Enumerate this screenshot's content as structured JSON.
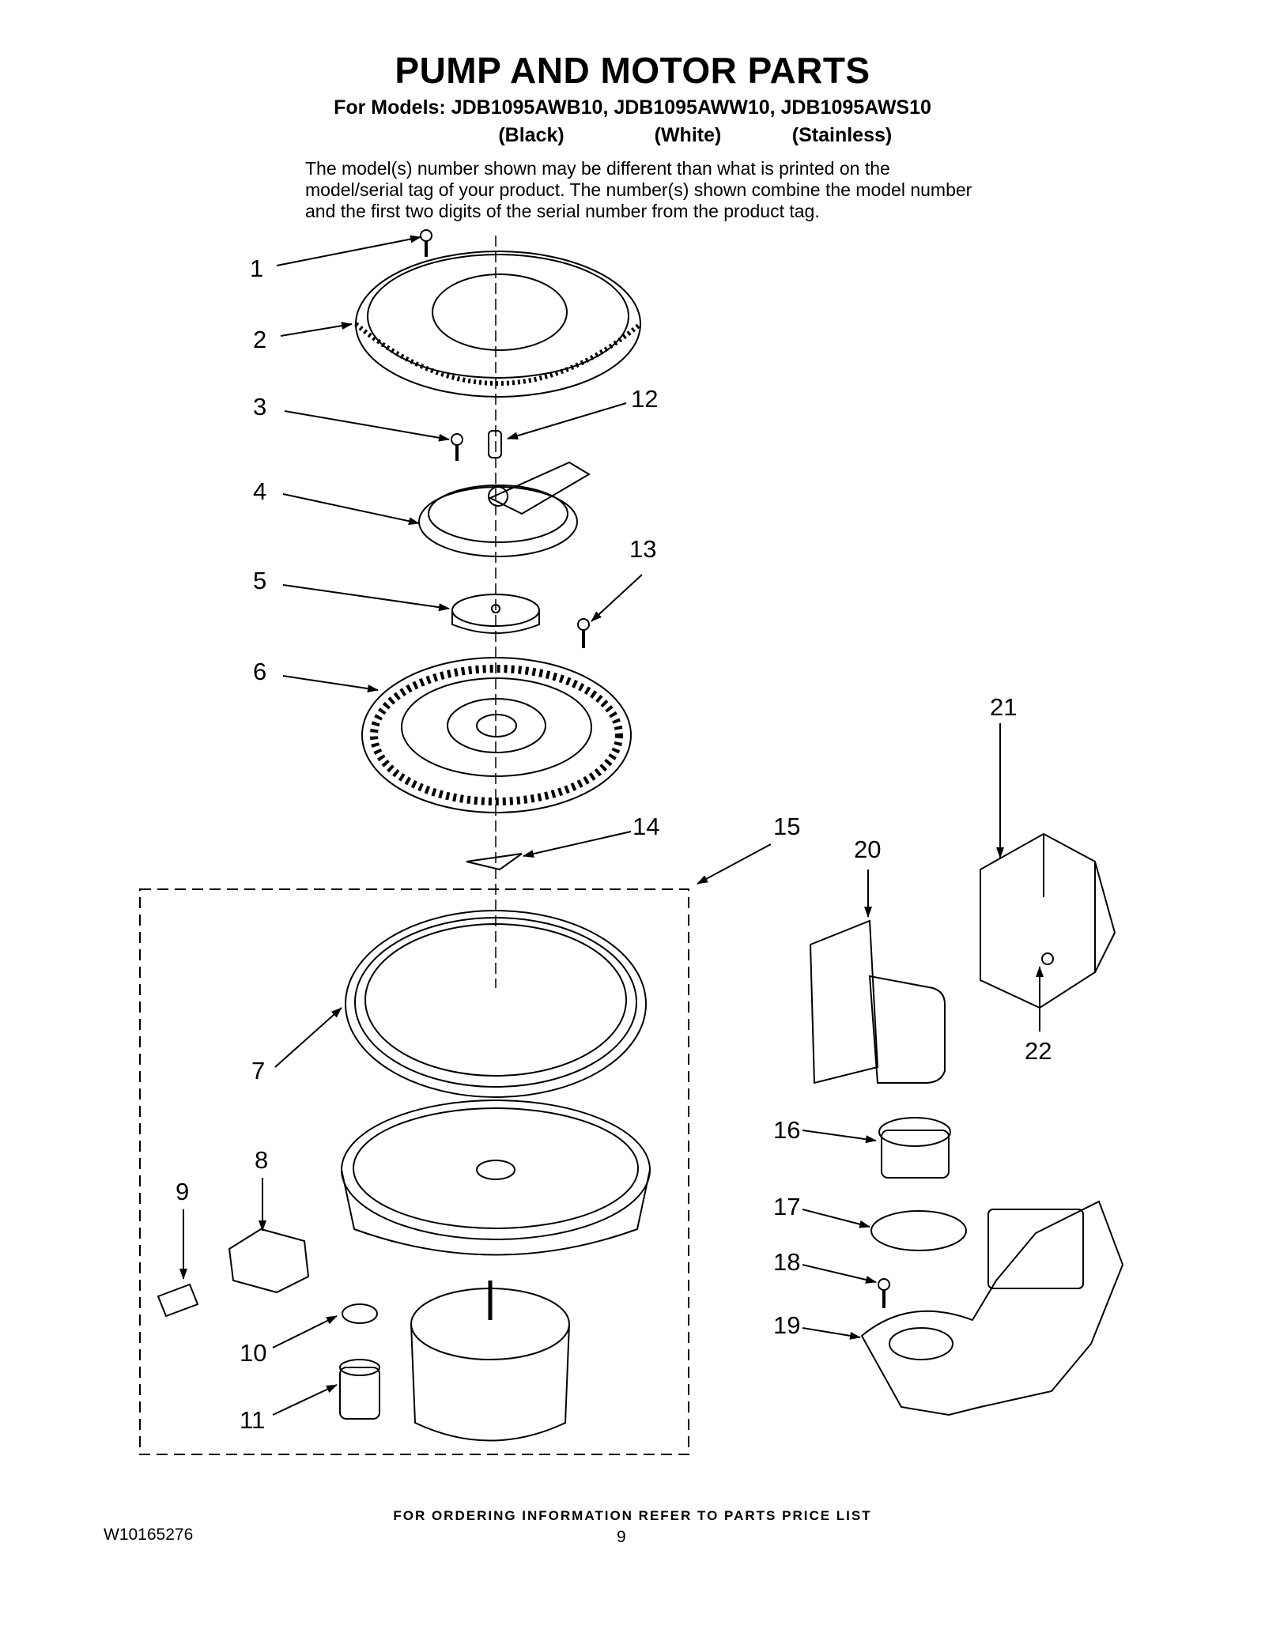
{
  "header": {
    "title": "PUMP AND MOTOR PARTS",
    "models_line": "For Models: JDB1095AWB10, JDB1095AWW10, JDB1095AWS10",
    "variants": [
      "(Black)",
      "(White)",
      "(Stainless)"
    ],
    "note": "The model(s) number shown may be different than what is printed on the model/serial tag of your product. The number(s) shown combine the model number and the first two digits of the serial number from the product tag."
  },
  "callouts": [
    "1",
    "2",
    "3",
    "4",
    "5",
    "6",
    "7",
    "8",
    "9",
    "10",
    "11",
    "12",
    "13",
    "14",
    "15",
    "16",
    "17",
    "18",
    "19",
    "20",
    "21",
    "22"
  ],
  "footer": {
    "ordering": "FOR ORDERING INFORMATION REFER TO PARTS PRICE LIST",
    "doc_number": "W10165276",
    "page_number": "9"
  }
}
